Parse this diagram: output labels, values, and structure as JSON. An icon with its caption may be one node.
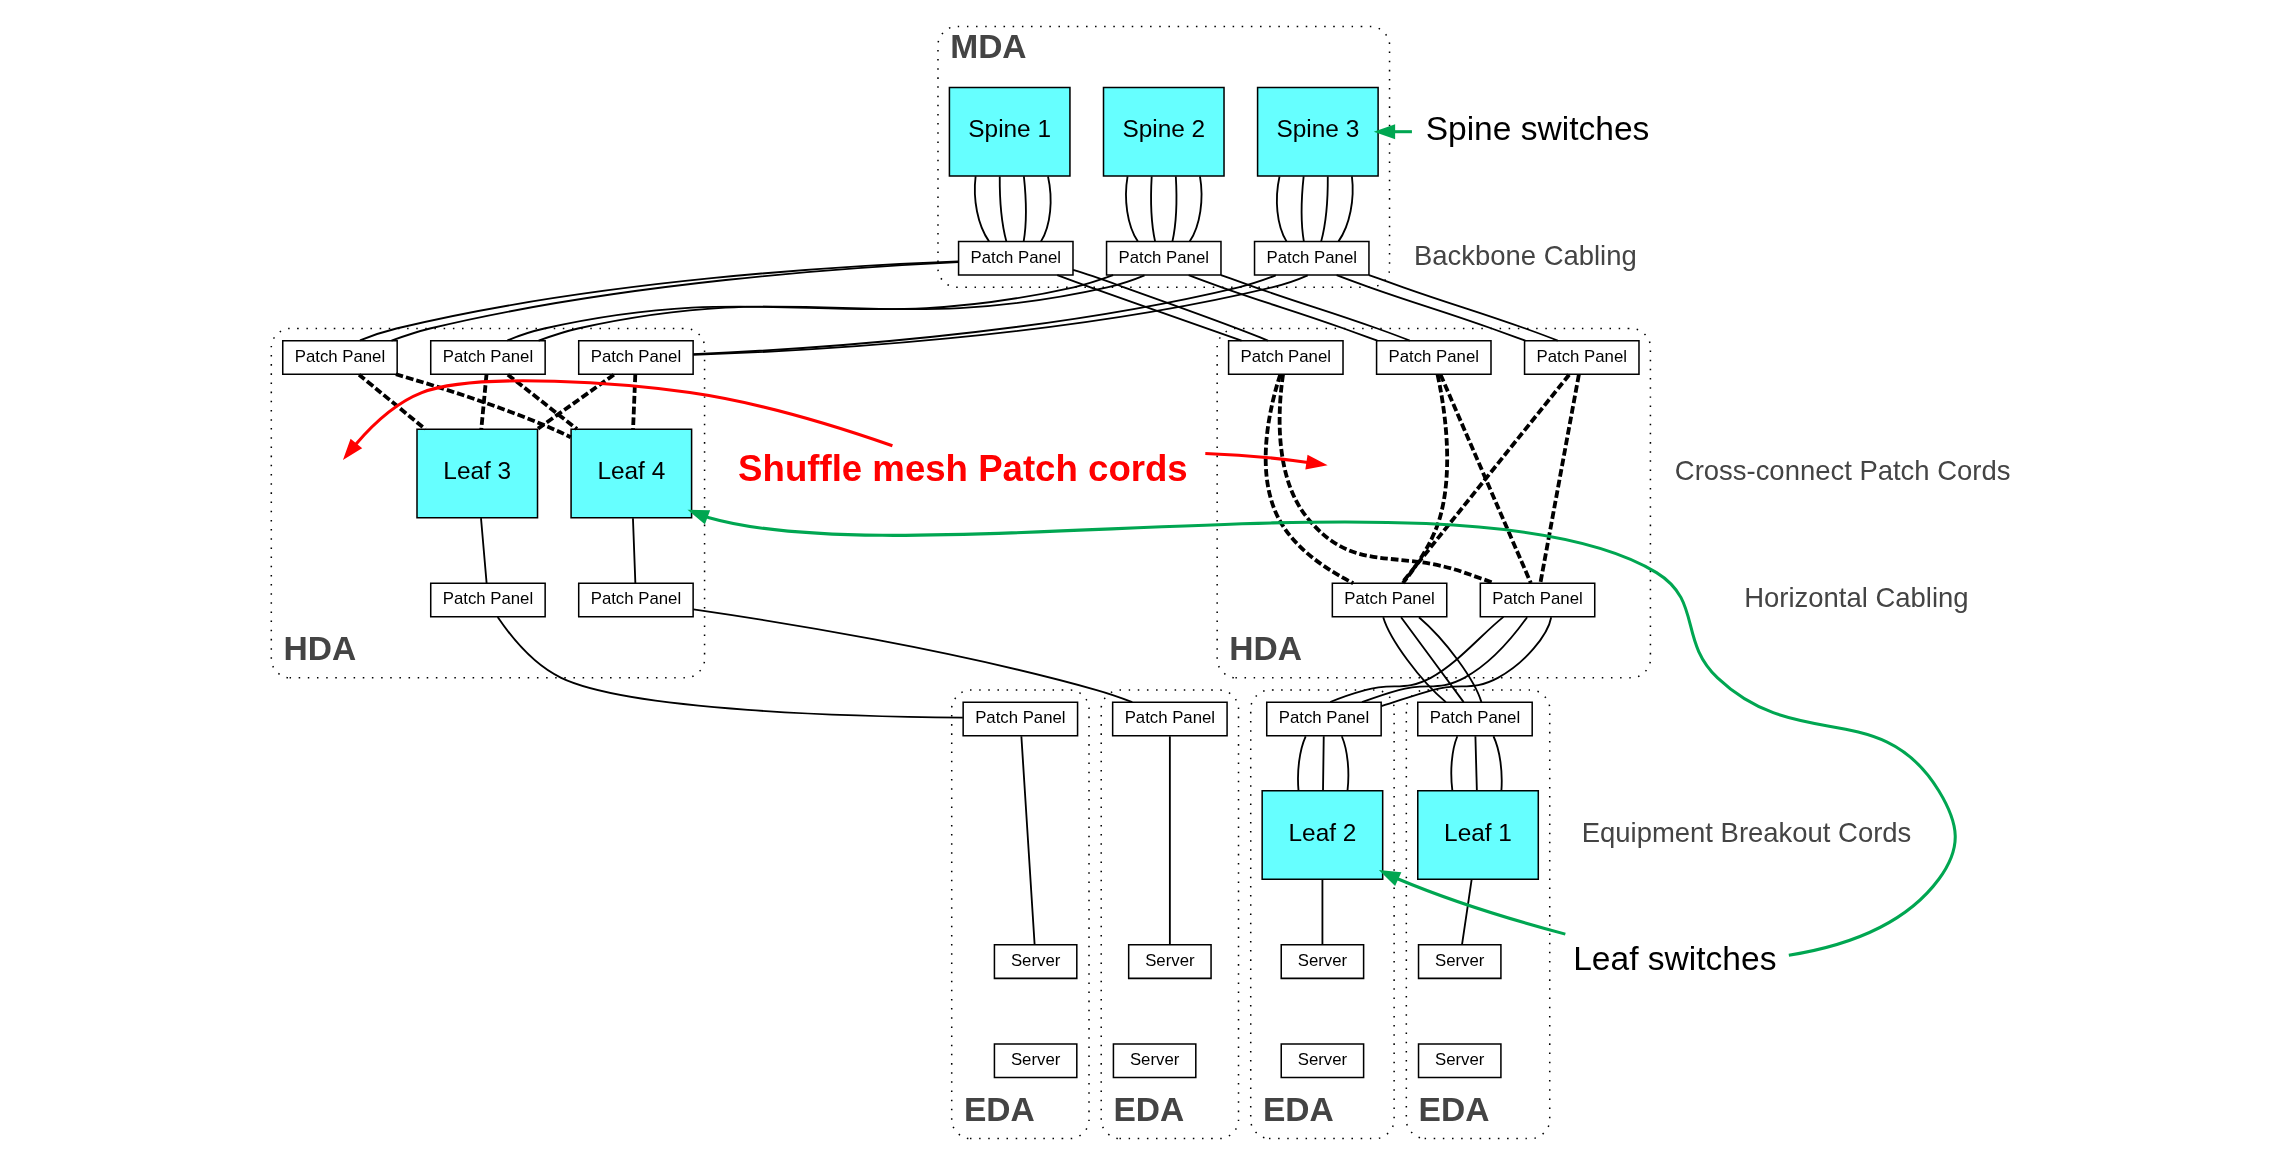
{
  "diagram": {
    "nodes": [
      {
        "text": [
          "MDA"
        ]
      },
      {
        "text": [
          "Spine 1"
        ],
        "in": 0
      },
      {
        "text": [
          "Spine 2"
        ],
        "in": 0
      },
      {
        "text": [
          "Spine 3"
        ],
        "in": 0
      },
      {
        "text": [
          "Patch Panel"
        ],
        "in": 0
      },
      {
        "text": [
          "Patch Panel"
        ],
        "in": 0
      },
      {
        "text": [
          "Patch Panel"
        ],
        "in": 0
      },
      {
        "text": [
          "HDA"
        ]
      },
      {
        "text": [
          "Patch Panel"
        ],
        "in": 7
      },
      {
        "text": [
          "Patch Panel"
        ],
        "in": 7
      },
      {
        "text": [
          "Patch Panel"
        ],
        "in": 7
      },
      {
        "text": [
          "Patch Panel"
        ],
        "in": 7
      },
      {
        "text": [
          "Patch Panel"
        ],
        "in": 7
      },
      {
        "text": [
          "HDA"
        ]
      },
      {
        "text": [
          "Patch Panel"
        ],
        "in": 13
      },
      {
        "text": [
          "Patch Panel"
        ],
        "in": 13
      },
      {
        "text": [
          "Patch Panel"
        ],
        "in": 13
      },
      {
        "text": [
          "Leaf 3"
        ],
        "in": 13
      },
      {
        "text": [
          "Leaf 4"
        ],
        "in": 13
      },
      {
        "text": [
          "Patch Panel"
        ],
        "in": 13
      },
      {
        "text": [
          "Patch Panel"
        ],
        "in": 13
      },
      {
        "text": [
          "EDA"
        ]
      },
      {
        "text": [
          "Patch Panel"
        ],
        "in": 21
      },
      {
        "text": [
          "Leaf 1"
        ],
        "in": 21
      },
      {
        "text": [
          "Server"
        ],
        "in": 21
      },
      {
        "text": [
          "Server"
        ],
        "in": 21
      },
      {
        "text": [
          "EDA"
        ]
      },
      {
        "text": [
          "Patch Panel"
        ],
        "in": 26
      },
      {
        "text": [
          "Leaf 2"
        ],
        "in": 26
      },
      {
        "text": [
          "Server"
        ],
        "in": 26
      },
      {
        "text": [
          "Server"
        ],
        "in": 26
      },
      {
        "text": [
          "EDA"
        ]
      },
      {
        "text": [
          "Patch Panel"
        ],
        "in": 31
      },
      {
        "text": [
          "Server"
        ],
        "in": 31
      },
      {
        "text": [
          "Server"
        ],
        "in": 31
      },
      {
        "text": [
          "EDA"
        ]
      },
      {
        "text": [
          "Patch Panel"
        ],
        "in": 35
      },
      {
        "text": [
          "Server"
        ],
        "in": 35
      },
      {
        "text": [
          "Server"
        ],
        "in": 35
      },
      {
        "text": [
          "Spine switches"
        ]
      },
      {
        "text": [
          "Leaf switches"
        ]
      },
      {
        "text": [
          "Shuffle mesh Patch cords"
        ]
      }
    ],
    "edges": [
      {
        "from": 1,
        "to": 4,
        "arrow": "none"
      },
      {
        "from": 1,
        "to": 4,
        "arrow": "none"
      },
      {
        "from": 1,
        "to": 4,
        "arrow": "none"
      },
      {
        "from": 1,
        "to": 4,
        "arrow": "none"
      },
      {
        "from": 2,
        "to": 5,
        "arrow": "none"
      },
      {
        "from": 2,
        "to": 5,
        "arrow": "none"
      },
      {
        "from": 2,
        "to": 5,
        "arrow": "none"
      },
      {
        "from": 2,
        "to": 5,
        "arrow": "none"
      },
      {
        "from": 3,
        "to": 6,
        "arrow": "none"
      },
      {
        "from": 3,
        "to": 6,
        "arrow": "none"
      },
      {
        "from": 3,
        "to": 6,
        "arrow": "none"
      },
      {
        "from": 3,
        "to": 6,
        "arrow": "none"
      },
      {
        "from": 4,
        "to": 8,
        "arrow": "none"
      },
      {
        "from": 4,
        "to": 8,
        "arrow": "none"
      },
      {
        "from": 4,
        "to": 14,
        "arrow": "none"
      },
      {
        "from": 4,
        "to": 14,
        "arrow": "none"
      },
      {
        "from": 5,
        "to": 9,
        "arrow": "none"
      },
      {
        "from": 5,
        "to": 9,
        "arrow": "none"
      },
      {
        "from": 5,
        "to": 15,
        "arrow": "none"
      },
      {
        "from": 5,
        "to": 15,
        "arrow": "none"
      },
      {
        "from": 6,
        "to": 10,
        "arrow": "none"
      },
      {
        "from": 6,
        "to": 10,
        "arrow": "none"
      },
      {
        "from": 6,
        "to": 16,
        "arrow": "none"
      },
      {
        "from": 6,
        "to": 16,
        "arrow": "none"
      },
      {
        "from": 8,
        "to": 11,
        "arrow": "none",
        "style": "dashed"
      },
      {
        "from": 8,
        "to": 12,
        "arrow": "none",
        "style": "dashed"
      },
      {
        "from": 9,
        "to": 11,
        "arrow": "none",
        "style": "dashed"
      },
      {
        "from": 9,
        "to": 12,
        "arrow": "none",
        "style": "dashed"
      },
      {
        "from": 10,
        "to": 11,
        "arrow": "none",
        "style": "dashed"
      },
      {
        "from": 10,
        "to": 12,
        "arrow": "none",
        "style": "dashed"
      },
      {
        "from": 14,
        "to": 17,
        "arrow": "none",
        "style": "dashed"
      },
      {
        "from": 14,
        "to": 18,
        "arrow": "none",
        "style": "dashed"
      },
      {
        "from": 15,
        "to": 17,
        "arrow": "none",
        "style": "dashed"
      },
      {
        "from": 15,
        "to": 18,
        "arrow": "none",
        "style": "dashed"
      },
      {
        "from": 16,
        "to": 17,
        "arrow": "none",
        "style": "dashed"
      },
      {
        "from": 16,
        "to": 18,
        "arrow": "none",
        "style": "dashed"
      },
      {
        "from": 17,
        "to": 19,
        "arrow": "none"
      },
      {
        "from": 18,
        "to": 20,
        "arrow": "none"
      },
      {
        "from": 11,
        "to": 22,
        "arrow": "none"
      },
      {
        "from": 11,
        "to": 22,
        "arrow": "none"
      },
      {
        "from": 11,
        "to": 22,
        "arrow": "none"
      },
      {
        "from": 12,
        "to": 27,
        "arrow": "none"
      },
      {
        "from": 12,
        "to": 27,
        "arrow": "none"
      },
      {
        "from": 12,
        "to": 27,
        "arrow": "none"
      },
      {
        "from": 22,
        "to": 23,
        "arrow": "none"
      },
      {
        "from": 22,
        "to": 23,
        "arrow": "none"
      },
      {
        "from": 22,
        "to": 23,
        "arrow": "none"
      },
      {
        "from": 27,
        "to": 28,
        "arrow": "none"
      },
      {
        "from": 27,
        "to": 28,
        "arrow": "none"
      },
      {
        "from": 27,
        "to": 28,
        "arrow": "none"
      },
      {
        "from": 23,
        "to": 24,
        "arrow": "none"
      },
      {
        "from": 28,
        "to": 29,
        "arrow": "none"
      },
      {
        "from": 19,
        "to": 32,
        "arrow": "none"
      },
      {
        "from": 32,
        "to": 33,
        "arrow": "none"
      },
      {
        "from": 20,
        "to": 36,
        "arrow": "none"
      },
      {
        "from": 36,
        "to": 37,
        "arrow": "none"
      },
      {
        "from": 39,
        "to": 3,
        "arrow": "to",
        "color": "#00a651"
      },
      {
        "from": 40,
        "to": 28,
        "arrow": "to",
        "color": "#00a651"
      },
      {
        "from": 40,
        "to": 18,
        "arrow": "to",
        "color": "#00a651"
      },
      {
        "from": 41,
        "to": null,
        "arrow": "to",
        "color": "#ff0000"
      },
      {
        "from": 41,
        "to": null,
        "arrow": "to",
        "color": "#ff0000"
      }
    ],
    "labels": [
      "Backbone Cabling",
      "Cross-connect Patch Cords",
      "Horizontal Cabling",
      "Equipment Breakout Cords"
    ]
  }
}
